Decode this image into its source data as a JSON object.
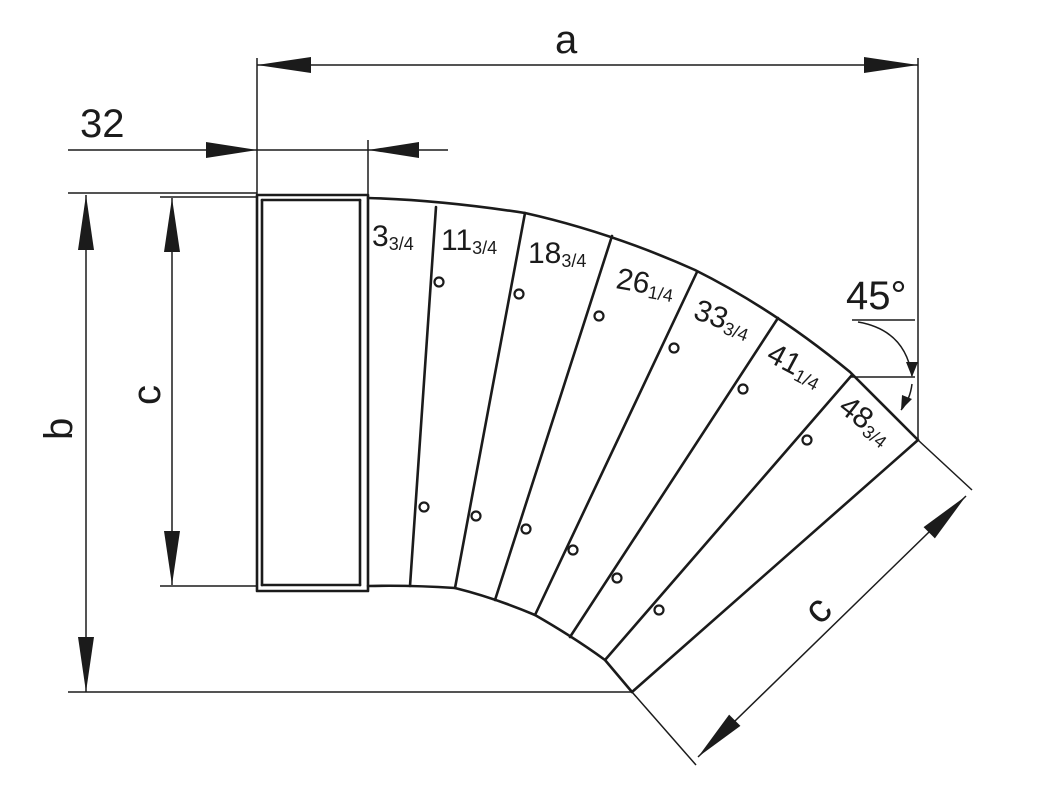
{
  "dimensions": {
    "a": "a",
    "b": "b",
    "c_left": "c",
    "c_right": "c",
    "collar": "32",
    "angle": "45°"
  },
  "segments": [
    {
      "main": "3",
      "fraction": "3/4"
    },
    {
      "main": "11",
      "fraction": "3/4"
    },
    {
      "main": "18",
      "fraction": "3/4"
    },
    {
      "main": "26",
      "fraction": "1/4"
    },
    {
      "main": "33",
      "fraction": "3/4"
    },
    {
      "main": "41",
      "fraction": "1/4"
    },
    {
      "main": "48",
      "fraction": "3/4"
    }
  ]
}
